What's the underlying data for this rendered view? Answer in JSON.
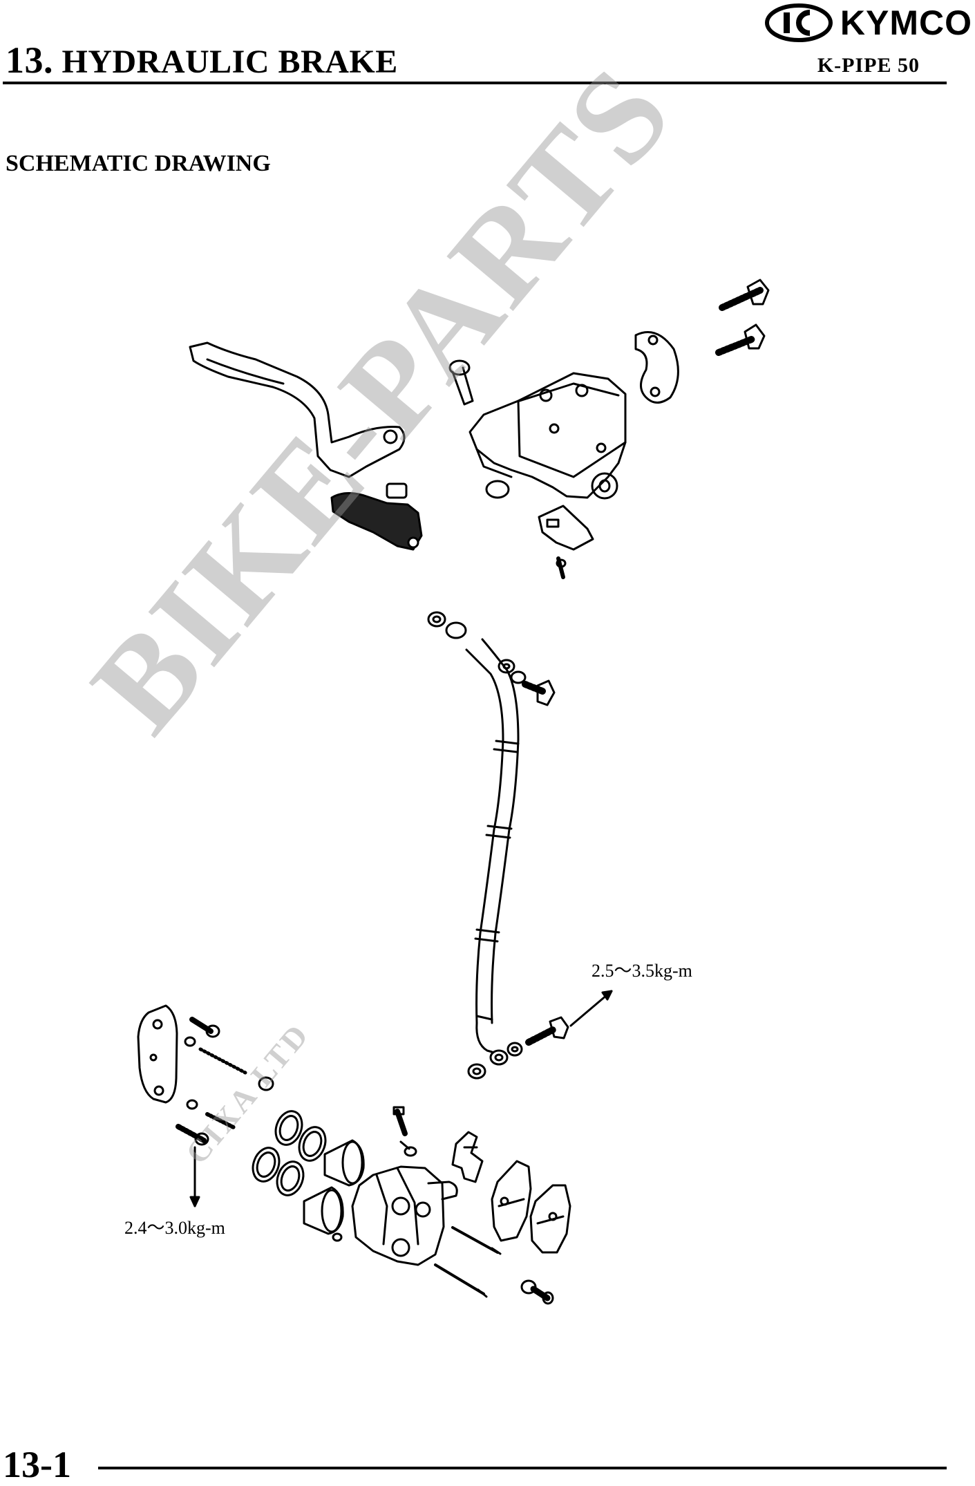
{
  "header": {
    "chapter_number": "13.",
    "chapter_title": "HYDRAULIC BRAKE",
    "model": "K-PIPE 50",
    "brand_logo": "KYMCO"
  },
  "section": {
    "title": "SCHEMATIC DRAWING"
  },
  "diagram": {
    "torque_labels": {
      "upper": "2.5～3.5kg-m",
      "lower": "2.4～3.0kg-m"
    }
  },
  "watermark": {
    "main": "BIKE-PARTS",
    "sub": "CIXA LTD"
  },
  "footer": {
    "page_number": "13-1"
  }
}
